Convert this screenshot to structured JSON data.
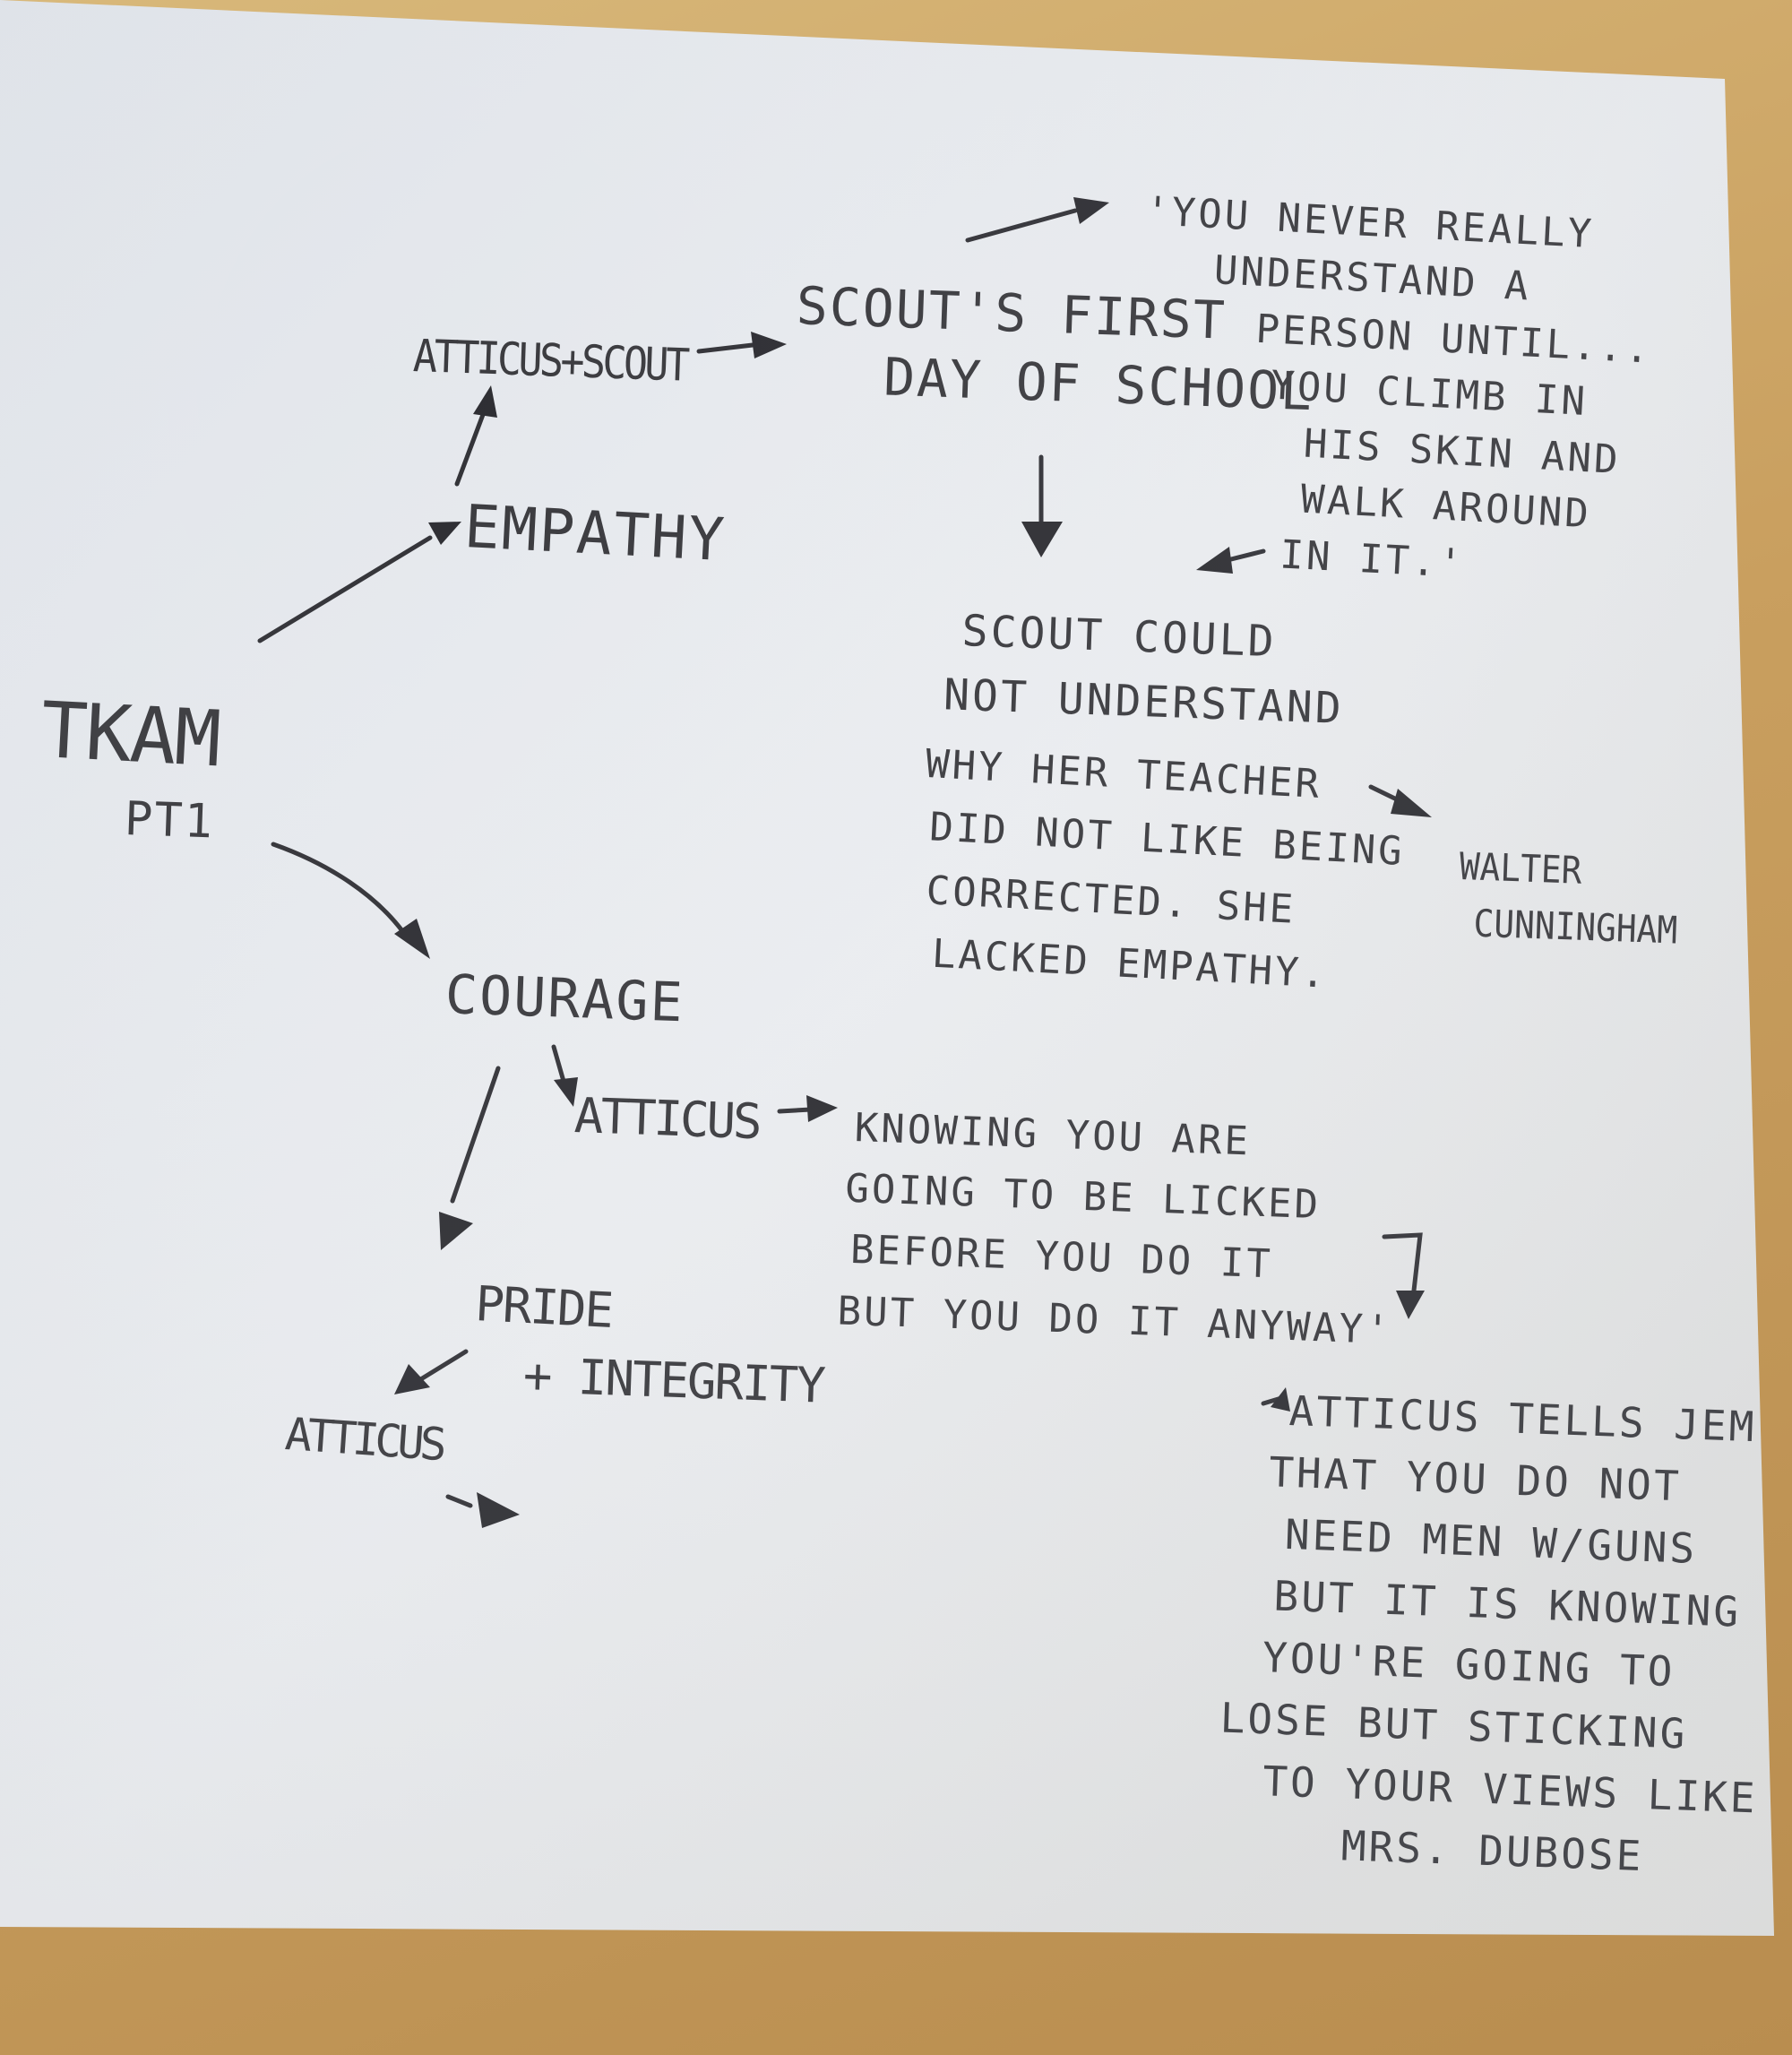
{
  "nodes": {
    "title": "TKAM",
    "subtitle": "PT1",
    "empathy": "EMPATHY",
    "atticus_scout": "ATTICUS+SCOUT",
    "first_day": [
      "SCOUT'S FIRST",
      "DAY OF SCHOOL"
    ],
    "quote": [
      "'YOU NEVER REALLY",
      "UNDERSTAND A",
      "PERSON UNTIL...",
      "YOU CLIMB IN",
      "HIS SKIN AND",
      "WALK AROUND",
      "IN IT.'"
    ],
    "scout_could": [
      "SCOUT COULD",
      "NOT UNDERSTAND"
    ],
    "teacher": [
      "WHY HER TEACHER",
      "DID NOT LIKE BEING",
      "CORRECTED. SHE",
      "LACKED EMPATHY."
    ],
    "walter": [
      "WALTER",
      "CUNNINGHAM"
    ],
    "courage": "COURAGE",
    "atticus_courage": "ATTICUS",
    "courage_quote": [
      "KNOWING YOU ARE",
      "GOING TO BE LICKED",
      "BEFORE YOU DO IT",
      "BUT YOU DO IT ANYWAY'"
    ],
    "pride": "PRIDE",
    "integrity": "+ INTEGRITY",
    "atticus_pride": "ATTICUS",
    "dubose": [
      "ATTICUS TELLS JEM",
      "THAT YOU DO NOT",
      "NEED MEN W/GUNS",
      "BUT IT IS KNOWING",
      "YOU'RE GOING TO",
      "LOSE BUT STICKING",
      "TO YOUR VIEWS LIKE",
      "MRS. DUBOSE"
    ]
  },
  "colors": {
    "paper": "#e9ecf0",
    "desk": "#c9a467",
    "pencil": "#3b3b3f"
  }
}
